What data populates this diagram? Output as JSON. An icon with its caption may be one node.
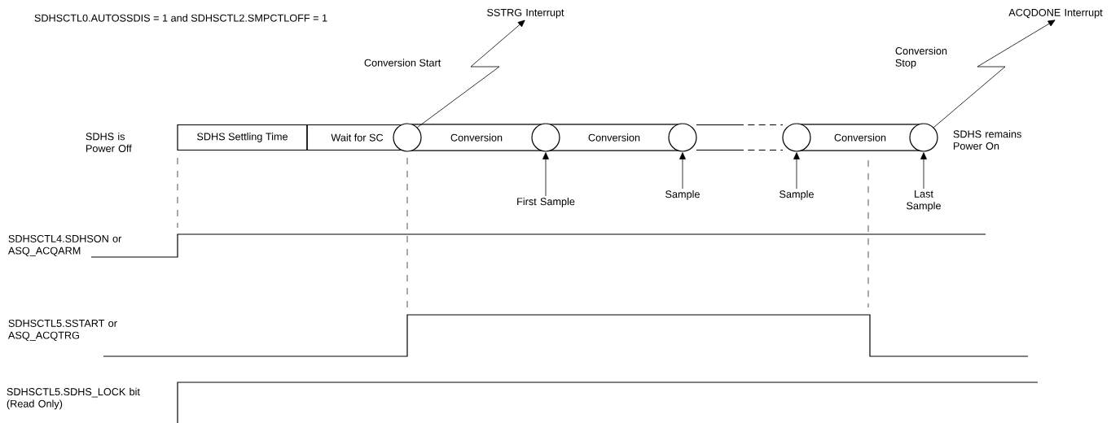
{
  "diagram": {
    "nodes": [
      {
        "text": [
          "SDHS Settling Time"
        ]
      },
      {
        "text": [
          "Wait for SC"
        ]
      },
      {
        "text": [],
        "shape": "circle"
      },
      {
        "text": [
          "Conversion"
        ]
      },
      {
        "text": [],
        "shape": "circle"
      },
      {
        "text": [
          "Conversion"
        ]
      },
      {
        "text": [],
        "shape": "circle"
      },
      {
        "text": [],
        "shape": "circle"
      },
      {
        "text": [
          "Conversion"
        ]
      },
      {
        "text": [],
        "shape": "circle"
      },
      {
        "text": [
          "First Sample"
        ]
      },
      {
        "text": [
          "Sample"
        ]
      },
      {
        "text": [
          "Sample"
        ]
      },
      {
        "text": [
          "Last Sample"
        ]
      },
      {
        "text": [
          "SSTRG Interrupt"
        ]
      },
      {
        "text": [
          "ACQDONE Interrupt"
        ]
      }
    ],
    "edges": [
      {
        "from": 10,
        "to": 4,
        "arrow": "to"
      },
      {
        "from": 11,
        "to": 6,
        "arrow": "to"
      },
      {
        "from": 12,
        "to": 7,
        "arrow": "to"
      },
      {
        "from": 13,
        "to": 9,
        "arrow": "to"
      },
      {
        "from": 2,
        "to": 14,
        "arrow": "to"
      },
      {
        "from": 9,
        "to": 15,
        "arrow": "to"
      }
    ],
    "labels": [
      "SDHSCTL0.AUTOSSDIS = 1 and SDHSCTL2.SMPCTLOFF = 1",
      "Conversion Start",
      "Conversion Stop",
      "SDHS is Power Off",
      "SDHS remains Power On",
      "SDHSCTL4.SDHSON or ASQ_ACQARM",
      "SDHSCTL5.SSTART or ASQ_ACQTRG",
      "SDHSCTL5.SDHS_LOCK bit (Read Only)"
    ]
  }
}
